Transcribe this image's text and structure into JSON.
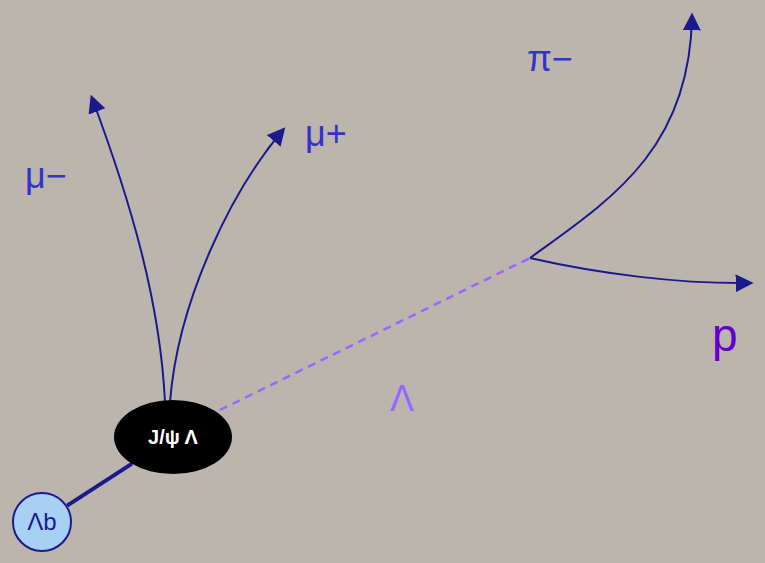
{
  "diagram": {
    "nodes": [
      {
        "text": [
          "Λb"
        ]
      },
      {
        "text": [
          "J/ψ Λ"
        ]
      }
    ],
    "edges": [
      {
        "from": 0,
        "to": 1,
        "arrow": "none"
      }
    ],
    "labels": [
      "π−",
      "μ−",
      "μ+",
      "p",
      "Λ"
    ]
  }
}
